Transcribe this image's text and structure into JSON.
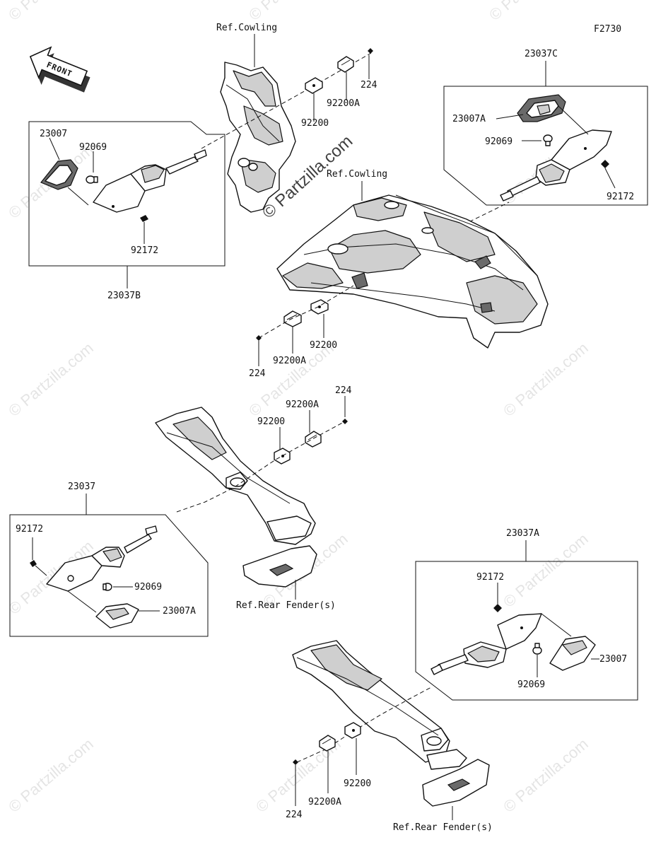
{
  "diagram": {
    "figure_code": "F2730",
    "front_arrow_label": "FRONT",
    "watermarks": {
      "center": "© Partzilla.com",
      "tile": "© Partzilla.com"
    },
    "references": {
      "cowling_top": "Ref.Cowling",
      "cowling_mid": "Ref.Cowling",
      "rear_fender_left": "Ref.Rear Fender(s)",
      "rear_fender_right": "Ref.Rear Fender(s)"
    },
    "assemblies": {
      "front_left": {
        "assembly": "23037B",
        "lens": "23007",
        "bulb": "92069",
        "screw": "92172",
        "bracket_a": "92200",
        "bracket_b": "92200A",
        "bolt": "224"
      },
      "front_right": {
        "assembly": "23037C",
        "lens": "23007A",
        "bulb": "92069",
        "screw": "92172",
        "bracket_a": "92200",
        "bracket_b": "92200A",
        "bolt": "224"
      },
      "rear_left": {
        "assembly": "23037",
        "lens": "23007A",
        "bulb": "92069",
        "screw": "92172",
        "bracket_a": "92200",
        "bracket_b": "92200A",
        "bolt": "224"
      },
      "rear_right": {
        "assembly": "23037A",
        "lens": "23007",
        "bulb": "92069",
        "screw": "92172",
        "bracket_a": "92200",
        "bracket_b": "92200A",
        "bolt": "224"
      }
    }
  }
}
